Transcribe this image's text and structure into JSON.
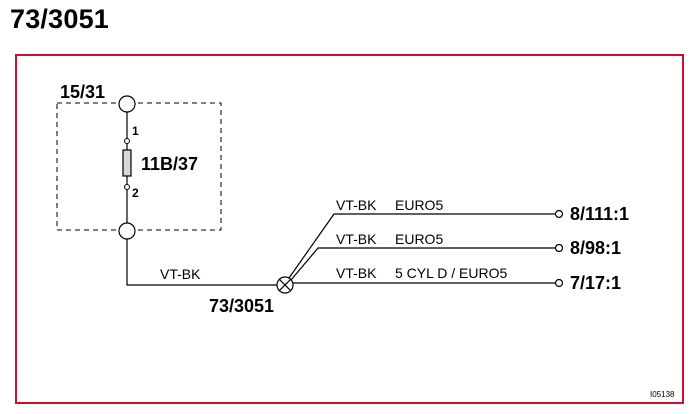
{
  "title": "73/3051",
  "diagram": {
    "fuse_box_label": "15/31",
    "fuse_label": "11B/37",
    "pin1_label": "1",
    "pin2_label": "2",
    "wire_in_label": "VT-BK",
    "splice_label": "73/3051",
    "branches": [
      {
        "color": "VT-BK",
        "note": "EURO5",
        "terminal": "8/111:1"
      },
      {
        "color": "VT-BK",
        "note": "EURO5",
        "terminal": "8/98:1"
      },
      {
        "color": "VT-BK",
        "note": "5 CYL D / EURO5",
        "terminal": "7/17:1"
      }
    ],
    "ref_code": "I05138"
  },
  "colors": {
    "frame": "#c8102e",
    "lines": "#000000",
    "fuse_fill": "#d8d8d8"
  }
}
